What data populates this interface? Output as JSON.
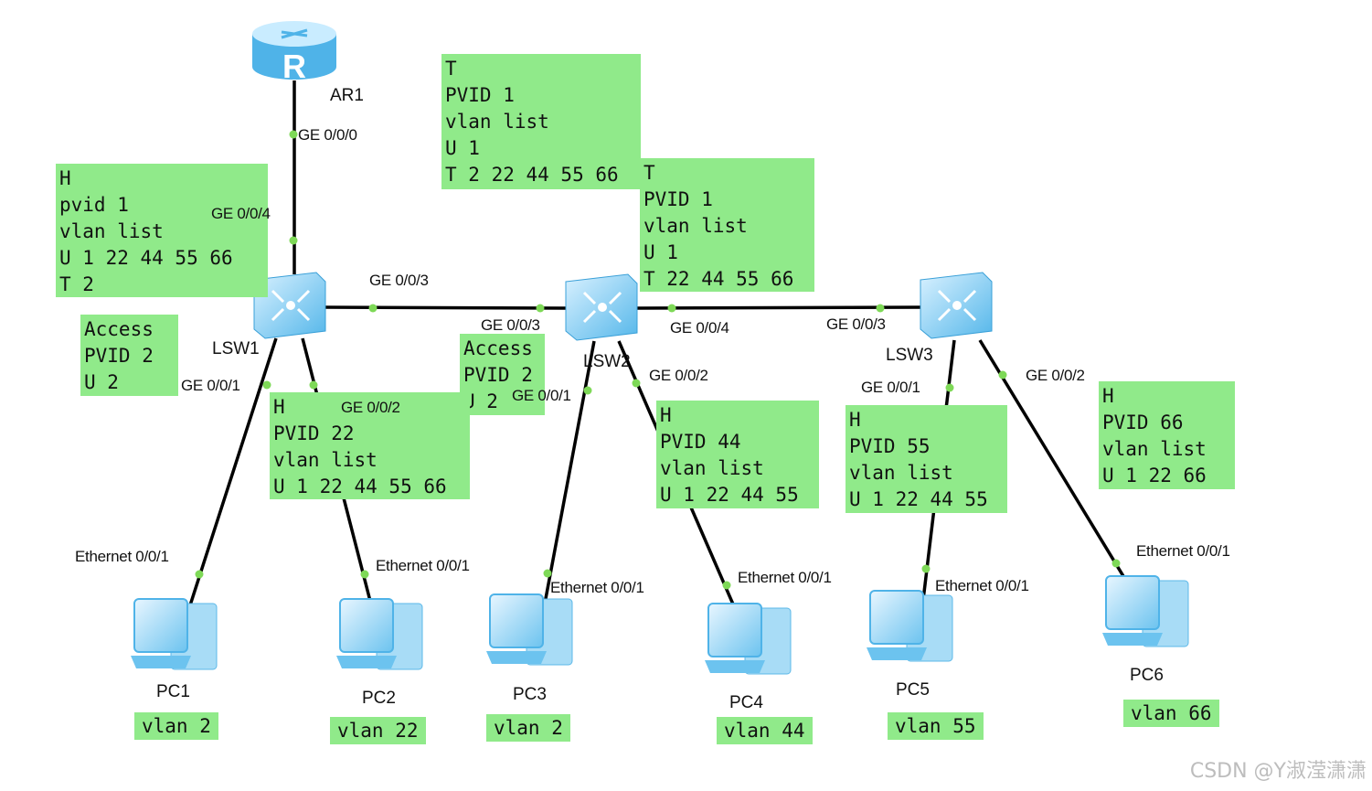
{
  "devices": {
    "router": "AR1",
    "switches": [
      "LSW1",
      "LSW2",
      "LSW3"
    ],
    "pcs": [
      "PC1",
      "PC2",
      "PC3",
      "PC4",
      "PC5",
      "PC6"
    ],
    "router_icon_letter": "R"
  },
  "ports": {
    "ar1_ge000": "GE 0/0/0",
    "lsw1_ge004": "GE 0/0/4",
    "lsw1_ge003": "GE 0/0/3",
    "lsw1_ge001": "GE 0/0/1",
    "lsw1_ge002": "GE 0/0/2",
    "lsw2_ge003": "GE 0/0/3",
    "lsw2_ge004": "GE 0/0/4",
    "lsw2_ge001": "GE 0/0/1",
    "lsw2_ge002": "GE 0/0/2",
    "lsw3_ge003": "GE 0/0/3",
    "lsw3_ge001": "GE 0/0/1",
    "lsw3_ge002": "GE 0/0/2",
    "pc1_eth": "Ethernet 0/0/1",
    "pc2_eth": "Ethernet 0/0/1",
    "pc3_eth": "Ethernet 0/0/1",
    "pc4_eth": "Ethernet 0/0/1",
    "pc5_eth": "Ethernet 0/0/1",
    "pc6_eth": "Ethernet 0/0/1"
  },
  "notes": {
    "lsw1_uplink": [
      "H",
      "pvid 1",
      "vlan list",
      "U 1 22 44 55 66",
      "T 2"
    ],
    "lsw1_access": [
      "Access",
      "PVID 2",
      "U 2"
    ],
    "lsw1_pc2": [
      "H",
      "PVID 22",
      "vlan list",
      "U 1 22 44 55 66"
    ],
    "trunk_top": [
      "T",
      "PVID 1",
      "vlan list",
      "U 1",
      "T 2 22 44 55 66"
    ],
    "trunk_right": [
      "T",
      "PVID 1",
      "vlan list",
      "U 1",
      "T 22 44 55 66"
    ],
    "lsw2_access": [
      "Access",
      "PVID 2",
      "U 2"
    ],
    "lsw2_pc4": [
      "H",
      "PVID 44",
      "vlan list",
      "U 1 22 44 55"
    ],
    "lsw3_pc5": [
      "H",
      "PVID 55",
      "vlan list",
      "U 1 22 44 55"
    ],
    "lsw3_pc6": [
      "H",
      "PVID 66",
      "vlan list",
      "U 1 22 66"
    ]
  },
  "vlans": {
    "pc1": "vlan 2",
    "pc2": "vlan 22",
    "pc3": "vlan 2",
    "pc4": "vlan 44",
    "pc5": "vlan 55",
    "pc6": "vlan 66"
  },
  "watermark": "CSDN @Y淑滢潇潇",
  "colors": {
    "note_bg": "#90ea8a",
    "link": "#000000",
    "port_dot": "#7ed957"
  }
}
